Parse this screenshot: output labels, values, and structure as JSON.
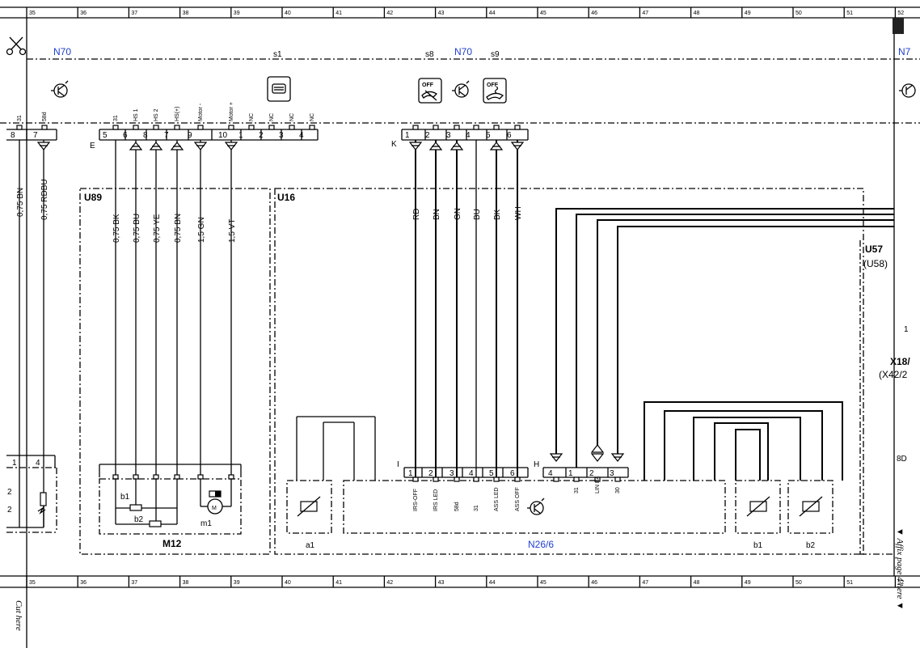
{
  "ruler": {
    "columns": [
      "35",
      "36",
      "37",
      "38",
      "39",
      "40",
      "41",
      "42",
      "43",
      "44",
      "45",
      "46",
      "47",
      "48",
      "49",
      "50",
      "51",
      "52"
    ]
  },
  "header_labels": {
    "n70_left": "N70",
    "s1": "s1",
    "s8": "s8",
    "n70_mid": "N70",
    "s9": "s9",
    "n70_right": "N7"
  },
  "connector_E": {
    "name": "E",
    "top_labels": [
      "31",
      "HS 1",
      "HS 2",
      "HS(+)",
      "Motor -",
      "Motor +",
      "NC",
      "NC",
      "NC",
      "NC"
    ],
    "pins": [
      "5",
      "6",
      "8",
      "7",
      "9",
      "10",
      "1",
      "2",
      "3",
      "4"
    ]
  },
  "connector_K": {
    "name": "K",
    "pins": [
      "1",
      "2",
      "3",
      "4",
      "5",
      "6"
    ]
  },
  "left_connector": {
    "top_labels": [
      "31",
      "58d"
    ],
    "pins": [
      "8",
      "7"
    ],
    "wires": [
      "0,75 BN",
      "0,75 RDBU"
    ],
    "lower_pins": [
      "1",
      "4"
    ],
    "side_pins": [
      "2",
      "2"
    ]
  },
  "u89": {
    "name": "U89",
    "wires": [
      "0,75 BK",
      "0,75 BU",
      "0,75 YE",
      "0,75 BN",
      "1,5 GN",
      "1,5 VT"
    ],
    "component": "M12",
    "parts": [
      "b1",
      "b2",
      "m1"
    ]
  },
  "u16": {
    "name": "U16",
    "wires": [
      "RD",
      "BN",
      "GN",
      "BU",
      "BK",
      "WH"
    ],
    "connector_I": "I",
    "pins_I": [
      "1",
      "2",
      "3",
      "4",
      "5",
      "6"
    ],
    "labels_I": [
      "IRS-OFF",
      "IRS LED",
      "58d",
      "31",
      "ASS LED",
      "ASS OFF"
    ],
    "connector_H": "H",
    "pins_H": [
      "4",
      "1",
      "2",
      "3"
    ],
    "labels_H": [
      "31",
      "LIN B4",
      "30"
    ],
    "module": "N26/6",
    "parts": [
      "a1",
      "b1",
      "b2"
    ]
  },
  "u57": {
    "name": "U57",
    "sub": "(U58)",
    "pin1": "1",
    "x18": "X18/",
    "x42": "(X42/2",
    "pin8d": "8D"
  },
  "margin_notes": {
    "cut_here": "Cut here",
    "affix": "▼ Affix page 4 here ▼"
  }
}
